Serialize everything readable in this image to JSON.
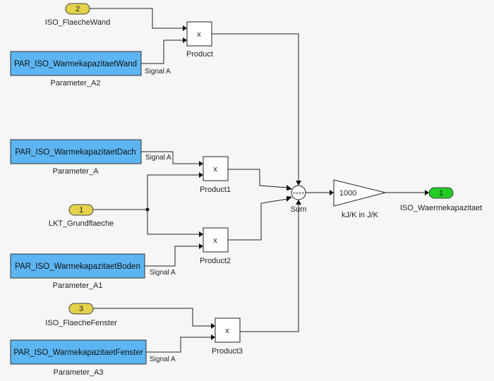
{
  "inports": [
    {
      "number": "2",
      "name": "ISO_FlaecheWand"
    },
    {
      "number": "1",
      "name": "LKT_Grundflaeche"
    },
    {
      "number": "3",
      "name": "ISO_FlaecheFenster"
    }
  ],
  "parameters": [
    {
      "value": "PAR_ISO_WarmekapazitaetWand",
      "name": "Parameter_A2",
      "signal": "Signal A"
    },
    {
      "value": "PAR_ISO_WarmekapazitaetDach",
      "name": "Parameter_A",
      "signal": "Signal A"
    },
    {
      "value": "PAR_ISO_WarmekapazitaetBoden",
      "name": "Parameter_A1",
      "signal": "Signal A"
    },
    {
      "value": "PAR_ISO_WarmekapazitaetFenster",
      "name": "Parameter_A3",
      "signal": "Signal A"
    }
  ],
  "products": [
    {
      "symbol": "x",
      "name": "Product"
    },
    {
      "symbol": "x",
      "name": "Product1"
    },
    {
      "symbol": "x",
      "name": "Product2"
    },
    {
      "symbol": "x",
      "name": "Product3"
    }
  ],
  "sum": {
    "name": "Sum",
    "signs": "++++"
  },
  "gain": {
    "value": "1000",
    "name": "kJ/K in J/K"
  },
  "outport": {
    "number": "1",
    "name": "ISO_Waermekapazitaet"
  },
  "colors": {
    "parameter": "#5cb5f2",
    "inport": "#e4d24a",
    "outport": "#22cc22",
    "background": "#f6f6f6"
  }
}
